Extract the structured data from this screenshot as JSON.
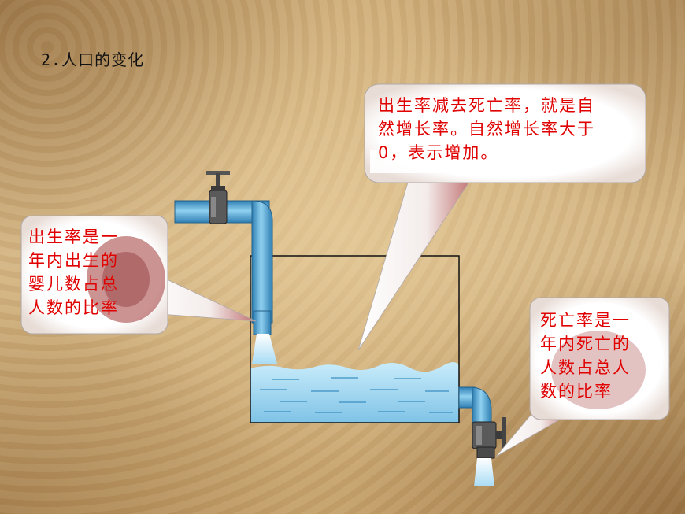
{
  "title": "2.人口的变化",
  "callouts": {
    "natural_growth": {
      "lines": [
        "出生率减去死亡率，就是自",
        "然增长率。自然增长率大于",
        "0，表示增加。"
      ]
    },
    "birth_rate": {
      "lines": [
        "出生率是一",
        "年内出生的",
        "婴儿数占总",
        "人数的比率"
      ]
    },
    "death_rate": {
      "lines": [
        "死亡率是一",
        "年内死亡的",
        "人数占总人",
        "数的比率"
      ]
    }
  },
  "colors": {
    "callout_text": "#e00000",
    "pipe": "#5aa9d6",
    "water": "#9fd3ee",
    "tank_border": "#111111"
  },
  "icons": [
    "inflow-faucet-icon",
    "outflow-faucet-icon"
  ]
}
